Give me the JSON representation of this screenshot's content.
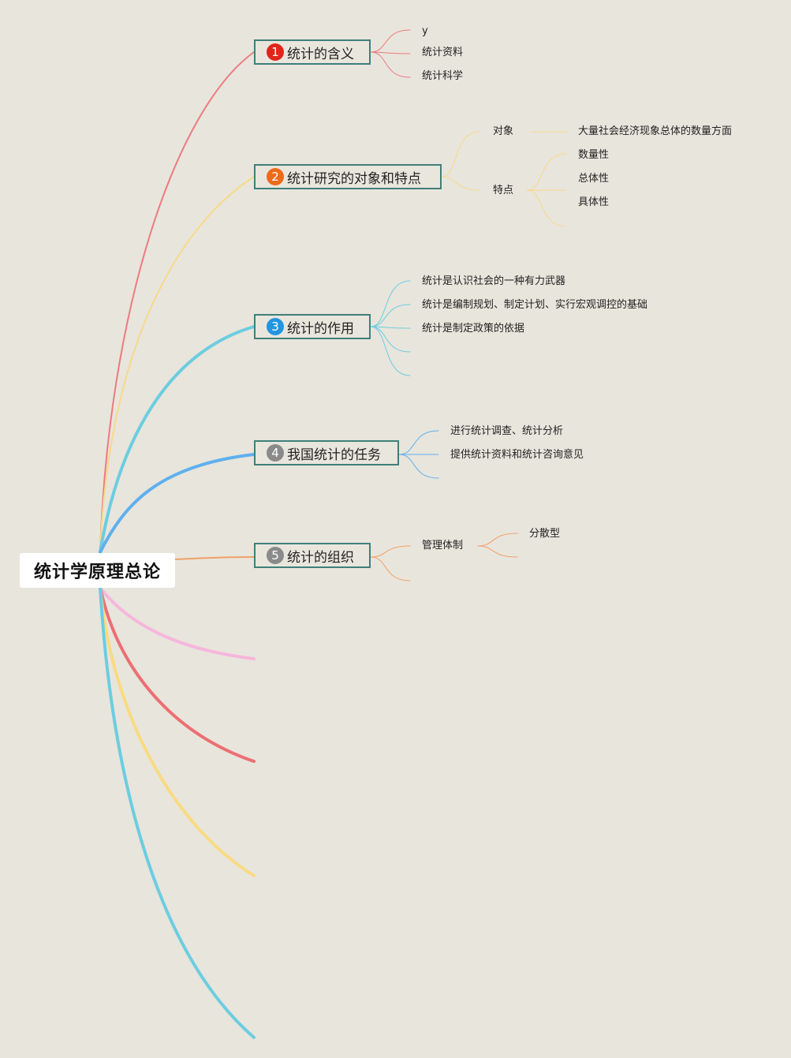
{
  "root": {
    "label": "统计学原理总论"
  },
  "colors": {
    "background": "#e8e5dc",
    "topic_border": "#3f7f7a",
    "branch1": "#ec7b7f",
    "branch2": "#f7d98a",
    "branch3": "#6ccde0",
    "branch4": "#5fb0ee",
    "branch5": "#f0a068",
    "branch6": "#f6b6dc",
    "branch7": "#ec6f73",
    "branch8": "#f8db82",
    "branch9": "#6ccde0",
    "badge1": "#e0261b",
    "badge2": "#ef6a1a",
    "badge3": "#2296e0",
    "badge4": "#8a8a8a",
    "badge5": "#8a8a8a"
  },
  "topics": [
    {
      "number": "1",
      "label": "统计的含义",
      "children": [
        {
          "label": "y"
        },
        {
          "label": "统计资料"
        },
        {
          "label": "统计科学"
        }
      ]
    },
    {
      "number": "2",
      "label": "统计研究的对象和特点",
      "children": [
        {
          "label": "对象",
          "children": [
            {
              "label": "大量社会经济现象总体的数量方面"
            }
          ]
        },
        {
          "label": "特点",
          "children": [
            {
              "label": "数量性"
            },
            {
              "label": "总体性"
            },
            {
              "label": "具体性"
            }
          ]
        }
      ]
    },
    {
      "number": "3",
      "label": "统计的作用",
      "children": [
        {
          "label": "统计是认识社会的一种有力武器"
        },
        {
          "label": "统计是编制规划、制定计划、实行宏观调控的基础"
        },
        {
          "label": "统计是制定政策的依据"
        }
      ]
    },
    {
      "number": "4",
      "label": "我国统计的任务",
      "children": [
        {
          "label": "进行统计调查、统计分析"
        },
        {
          "label": "提供统计资料和统计咨询意见"
        }
      ]
    },
    {
      "number": "5",
      "label": "统计的组织",
      "children": [
        {
          "label": "管理体制",
          "children": [
            {
              "label": "分散型"
            }
          ]
        }
      ]
    }
  ]
}
